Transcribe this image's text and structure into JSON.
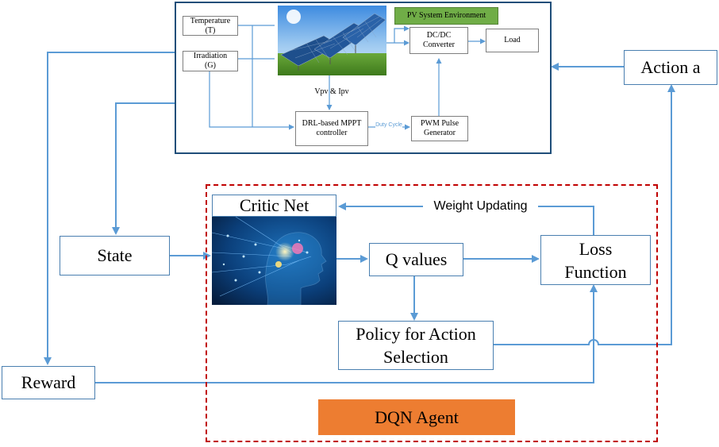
{
  "pv": {
    "env_label": "PV System Environment",
    "temperature": "Temperature\n(T)",
    "irradiation": "Irradiation\n(G)",
    "vpv_ipv": "Vpv & Ipv",
    "dcdc": "DC/DC\nConverter",
    "load": "Load",
    "mppt": "DRL-based MPPT\ncontroller",
    "duty_cycle": "Duty Cycle",
    "pwm": "PWM Pulse\nGenerator"
  },
  "rl": {
    "action": "Action a",
    "state": "State",
    "reward": "Reward",
    "critic_net": "Critic Net",
    "weight_updating": "Weight Updating",
    "q_values": "Q values",
    "loss_function": "Loss\nFunction",
    "policy": "Policy for Action\nSelection",
    "dqn_agent": "DQN Agent"
  },
  "colors": {
    "line": "#5b9bd5",
    "box_border": "#4a7fb0",
    "env_green": "#70ad47",
    "agent_orange": "#ed7d31",
    "agent_border": "#c00000"
  }
}
